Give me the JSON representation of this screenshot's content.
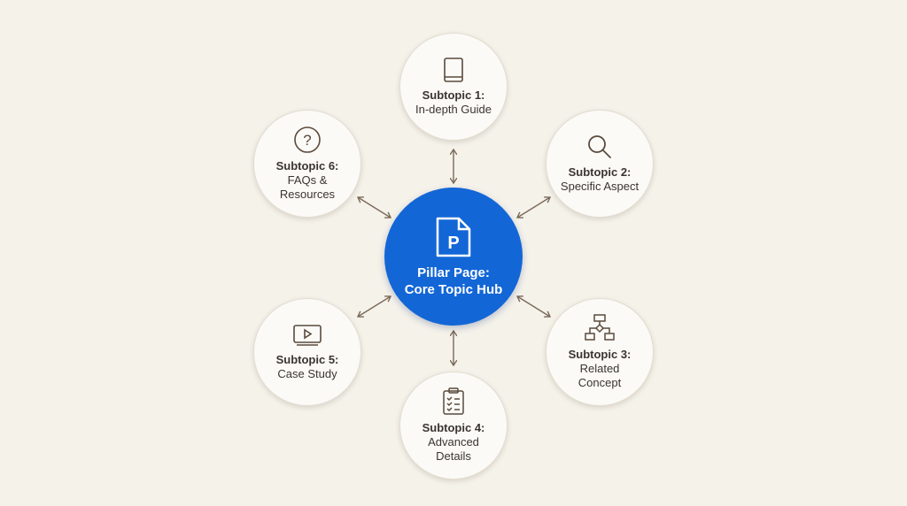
{
  "hub": {
    "title_line1": "Pillar Page:",
    "title_line2": "Core Topic Hub",
    "icon": "document-p-icon",
    "color": "#1366d6"
  },
  "subtopics": [
    {
      "title": "Subtopic 1:",
      "desc": [
        "In-depth Guide"
      ],
      "icon": "book-icon"
    },
    {
      "title": "Subtopic 2:",
      "desc": [
        "Specific Aspect"
      ],
      "icon": "magnifier-icon"
    },
    {
      "title": "Subtopic 3:",
      "desc": [
        "Related",
        "Concept"
      ],
      "icon": "flowchart-icon"
    },
    {
      "title": "Subtopic 4:",
      "desc": [
        "Advanced",
        "Details"
      ],
      "icon": "clipboard-checklist-icon"
    },
    {
      "title": "Subtopic 5:",
      "desc": [
        "Case Study"
      ],
      "icon": "video-play-icon"
    },
    {
      "title": "Subtopic 6:",
      "desc": [
        "FAQs &",
        "Resources"
      ],
      "icon": "question-icon"
    }
  ],
  "colors": {
    "background": "#f5f2ea",
    "arrow": "#7a6a5a",
    "icon": "#5a4a3c"
  }
}
